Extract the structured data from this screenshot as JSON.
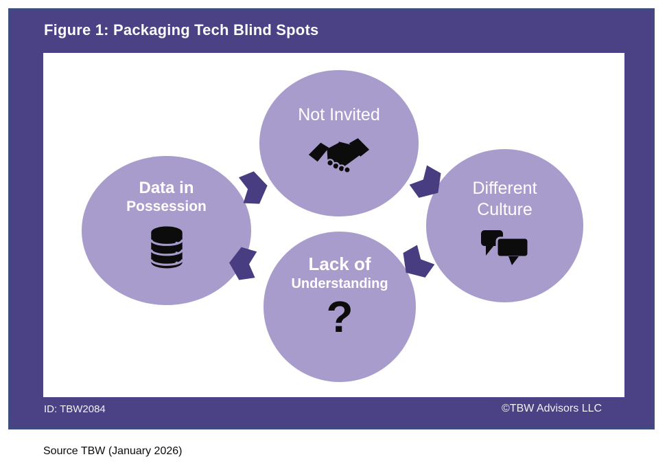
{
  "figure": {
    "title": "Figure 1: Packaging Tech Blind Spots",
    "footer_id": "ID: TBW2084",
    "copyright": "©TBW Advisors LLC",
    "source_note": "Source TBW (January 2026)"
  },
  "diagram": {
    "type": "cycle",
    "nodes": {
      "top": {
        "line1": "Not Invited",
        "line2": "",
        "icon": "handshake-icon"
      },
      "left": {
        "line1": "Data in",
        "line2": "Possession",
        "icon": "database-icon"
      },
      "right": {
        "line1": "Different",
        "line2": "Culture",
        "icon": "chat-bubbles-icon"
      },
      "bottom": {
        "line1": "Lack of",
        "line2": "Understanding",
        "icon": "question-mark-icon",
        "glyph": "?"
      }
    },
    "flow": [
      "Data in Possession -> Not Invited",
      "Not Invited -> Different Culture",
      "Different Culture -> Lack of Understanding",
      "Lack of Understanding -> Data in Possession"
    ],
    "colors": {
      "frame": "#4a4284",
      "frame_border": "#3e4c80",
      "panel": "#ffffff",
      "node_fill": "#a89ccd",
      "arrow": "#483d80",
      "icon": "#0c0c0c",
      "title_text": "#ffffff",
      "node_text": "#ffffff",
      "source_text": "#000000"
    }
  }
}
